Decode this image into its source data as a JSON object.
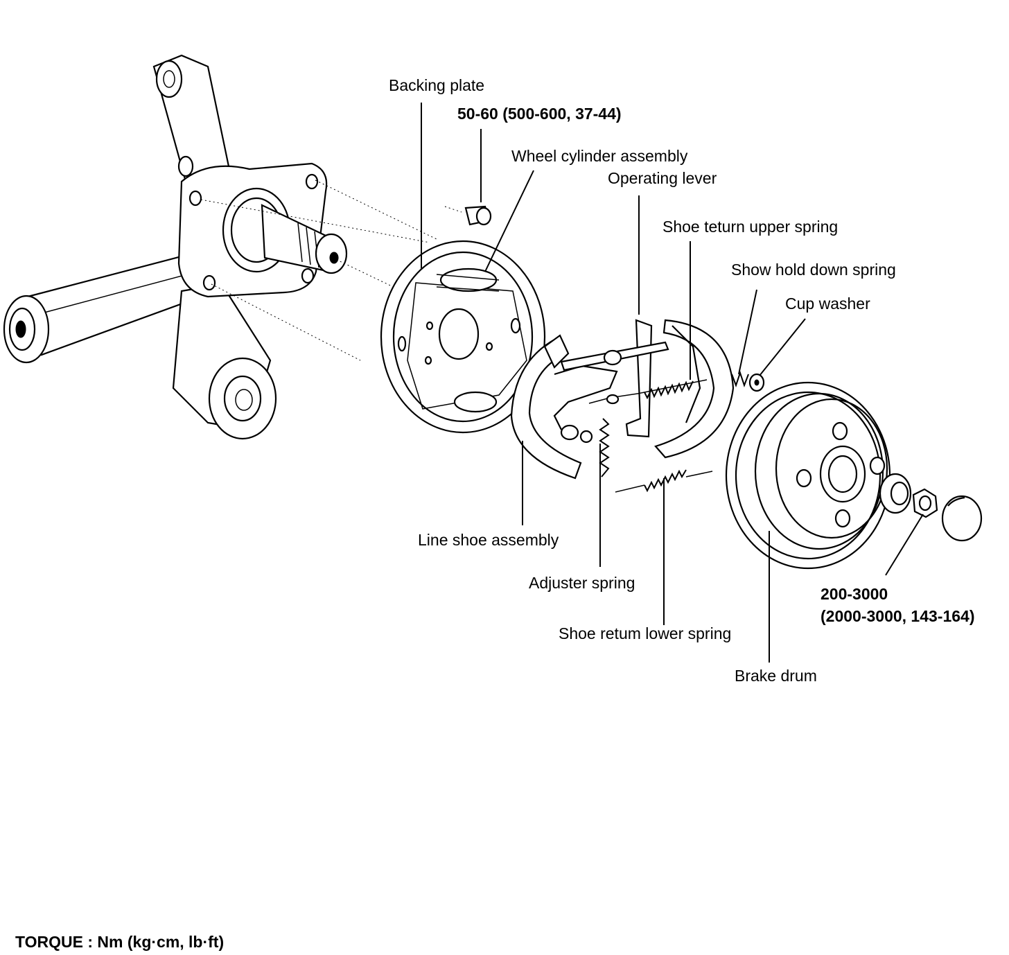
{
  "labels": {
    "backing_plate": "Backing plate",
    "backing_plate_torque": "50-60 (500-600, 37-44)",
    "wheel_cylinder": "Wheel cylinder assembly",
    "operating_lever": "Operating lever",
    "shoe_upper_spring": "Shoe teturn upper spring",
    "hold_down_spring": "Show hold down spring",
    "cup_washer": "Cup washer",
    "line_shoe": "Line shoe assembly",
    "adjuster_spring": "Adjuster spring",
    "shoe_lower_spring": "Shoe retum lower spring",
    "brake_drum": "Brake drum",
    "nut_torque_line1": "200-3000",
    "nut_torque_line2": "(2000-3000, 143-164)",
    "torque_note": "TORQUE : Nm (kg·cm, lb·ft)"
  },
  "parts": [
    "knuckle-icon",
    "backing-plate-icon",
    "bolt-icon",
    "brake-shoe-icon",
    "spring-icon",
    "brake-drum-icon",
    "hub-nut-icon",
    "dust-cap-icon"
  ]
}
